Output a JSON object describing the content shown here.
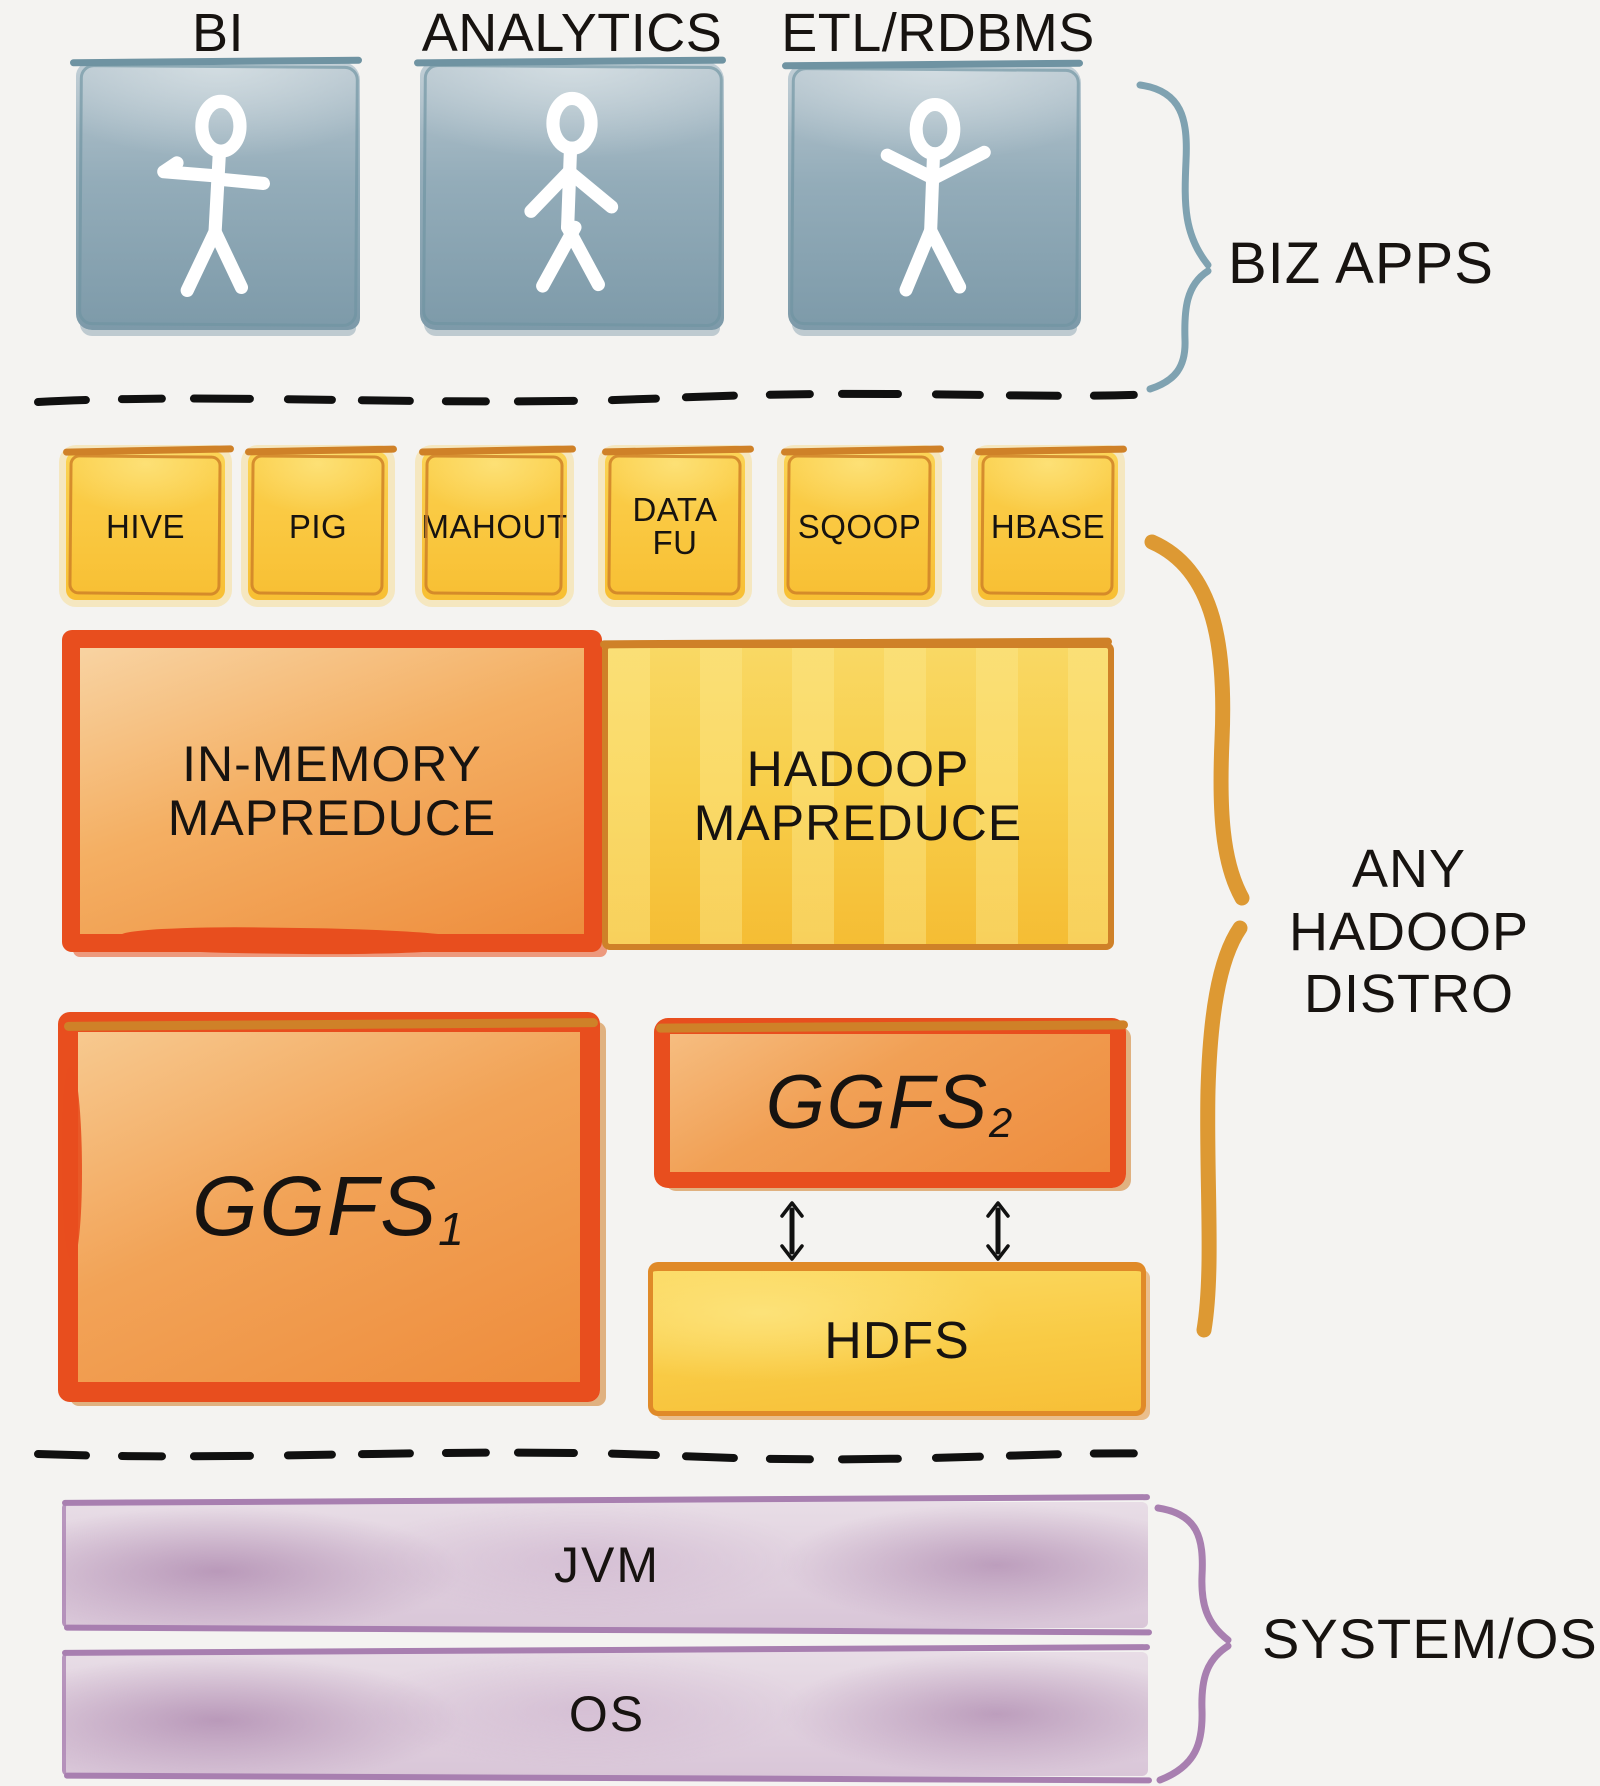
{
  "colors": {
    "background": "#f4f3f1",
    "ink": "#171310",
    "blue_box": "#8ea9b7",
    "blue_stroke": "#6f93a2",
    "yellow_fill": "#f8c93e",
    "orange_border": "#cf8128",
    "orange_fill": "#ef9140",
    "red_border": "#e84e1e",
    "brace_orange": "#dd9933",
    "purple_stroke": "#a87fb0",
    "purple_fill": "#d9c6d8"
  },
  "biz_apps": {
    "items": [
      {
        "label": "BI"
      },
      {
        "label": "ANALYTICS"
      },
      {
        "label": "ETL/RDBMS"
      }
    ],
    "brace_label": "BIZ APPS"
  },
  "hadoop": {
    "tools": [
      {
        "lines": [
          "HIVE"
        ]
      },
      {
        "lines": [
          "PIG"
        ]
      },
      {
        "lines": [
          "MAHOUT"
        ]
      },
      {
        "lines": [
          "DATA",
          "FU"
        ]
      },
      {
        "lines": [
          "SQOOP"
        ]
      },
      {
        "lines": [
          "HBASE"
        ]
      }
    ],
    "in_memory_mapreduce": {
      "lines": [
        "IN-MEMORY",
        "MAPREDUCE"
      ]
    },
    "hadoop_mapreduce": {
      "lines": [
        "HADOOP",
        "MAPREDUCE"
      ]
    },
    "ggfs1": {
      "base": "GGFS",
      "sub": "1"
    },
    "ggfs2": {
      "base": "GGFS",
      "sub": "2"
    },
    "hdfs_label": "HDFS",
    "brace_label_lines": [
      "ANY",
      "HADOOP",
      "DISTRO"
    ]
  },
  "system": {
    "jvm_label": "JVM",
    "os_label": "OS",
    "brace_label": "SYSTEM/OS"
  }
}
